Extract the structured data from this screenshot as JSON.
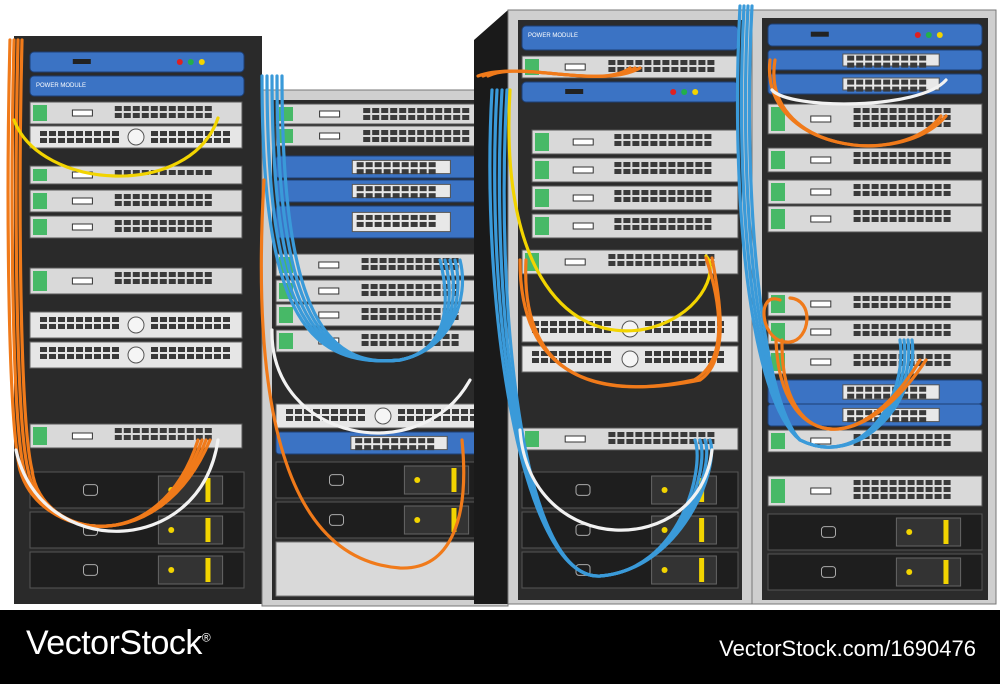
{
  "watermark": {
    "logo": "VectorStock",
    "logo_mark": "®",
    "reference": "VectorStock.com/1690476"
  },
  "labels": {
    "power_module": "POWER MODULE"
  },
  "colors": {
    "rack": "#2a2a2a",
    "rack_light": "#cfcfcf",
    "unit_gray": "#d9d9d9",
    "unit_blue": "#3b73c4",
    "unit_teal": "#2f6aa0",
    "cable_orange": "#f07a1a",
    "cable_blue": "#3a9ad9",
    "cable_yellow": "#f2d400",
    "cable_white": "#f2f2f2",
    "led_red": "#e02020",
    "led_green": "#22b04a",
    "led_yellow": "#f2d400"
  }
}
